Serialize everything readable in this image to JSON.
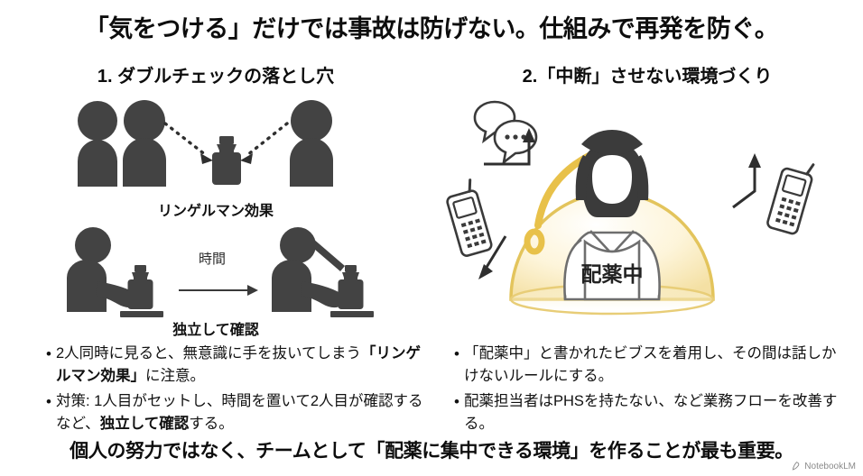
{
  "title": "「気をつける」だけでは事故は防げない。仕組みで再発を防ぐ。",
  "conclusion": "個人の努力ではなく、チームとして「配薬に集中できる環境」を作ることが最も重要。",
  "watermark": {
    "label": "NotebookLM",
    "icon": "notebooklm-logo-icon"
  },
  "colors": {
    "figure": "#434343",
    "dome": "#e8c14a",
    "dome_fill": "#fdf6e0",
    "outline": "#3a3a3a",
    "text": "#111111"
  },
  "columns": [
    {
      "id": "double-check",
      "heading": "1. ダブルチェックの落とし穴",
      "illustrations": [
        {
          "id": "ringelmann",
          "caption": "リンゲルマン効果",
          "elements": [
            "person",
            "person",
            "vial",
            "person",
            "dotted-arrow",
            "dotted-arrow"
          ]
        },
        {
          "id": "independent-check",
          "caption": "独立して確認",
          "arrow_label": "時間",
          "elements": [
            "seated-person-vial",
            "time-arrow",
            "seated-person-vial-gaze"
          ]
        }
      ],
      "bullets": [
        {
          "segments": [
            {
              "text": "2人同時に見ると、無意識に手を抜いてしまう",
              "bold": false
            },
            {
              "text": "「リンゲルマン効果」",
              "bold": true
            },
            {
              "text": "に注意。",
              "bold": false
            }
          ]
        },
        {
          "segments": [
            {
              "text": "対策: 1人目がセットし、時間を置いて2人目が確認するなど、",
              "bold": false
            },
            {
              "text": "独立して確認",
              "bold": true
            },
            {
              "text": "する。",
              "bold": false
            }
          ]
        }
      ]
    },
    {
      "id": "no-interruption",
      "heading": "2.「中断」させない環境づくり",
      "illustrations": [
        {
          "id": "protective-dome",
          "bib_label": "配薬中",
          "elements": [
            "dome",
            "nurse",
            "bib",
            "speech-bubble",
            "speech-bubble-dots",
            "phone-left",
            "phone-right",
            "deflect-arrow-up",
            "deflect-arrow-down",
            "deflect-arrow-right"
          ]
        }
      ],
      "bullets": [
        {
          "segments": [
            {
              "text": "「配薬中」と書かれたビブスを着用し、その間は話しかけないルールにする。",
              "bold": false
            }
          ]
        },
        {
          "segments": [
            {
              "text": "配薬担当者はPHSを持たない、など業務フローを改善する。",
              "bold": false
            }
          ]
        }
      ]
    }
  ]
}
